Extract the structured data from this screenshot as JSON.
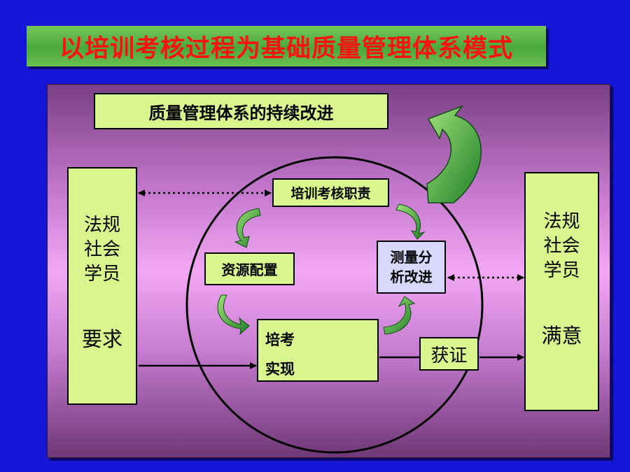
{
  "title": "以培训考核过程为基础质量管理体系模式",
  "improvement_box": "质量管理体系的持续改进",
  "left_column": {
    "line1": "法规",
    "line2": "社会",
    "line3": "学员",
    "bottom": "要求"
  },
  "right_column": {
    "line1": "法规",
    "line2": "社会",
    "line3": "学员",
    "bottom": "满意"
  },
  "cycle": {
    "responsibility": "培训考核职责",
    "resources": "资源配置",
    "realization_line1": "培考",
    "realization_line2": "实现",
    "measurement_line1": "测量分",
    "measurement_line2": "析改进"
  },
  "certification": "获证",
  "colors": {
    "background": "#1515d6",
    "title_text": "#ff1010",
    "title_bar": "#4aa83a",
    "box_fill": "#d9f58e",
    "measure_fill": "#d8d8ff",
    "arrow_green": "#2f9a2f",
    "chevron_cyan": "#22d6f0"
  }
}
